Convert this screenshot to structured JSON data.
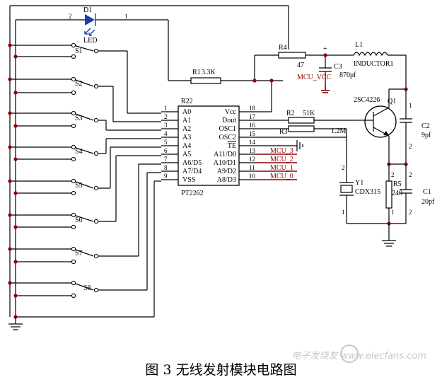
{
  "components": {
    "d1": {
      "ref": "D1",
      "pin_a": "2",
      "pin_k": "1",
      "name": "LED"
    },
    "switches": [
      "S1",
      "S2",
      "S3",
      "S4",
      "S5",
      "S6",
      "S7",
      "S8"
    ],
    "r1": {
      "ref": "R1",
      "value": "3.3K"
    },
    "r4": {
      "ref": "R4",
      "value": "47"
    },
    "r2": {
      "ref": "R2",
      "value": "51K"
    },
    "r3": {
      "ref": "R3",
      "value": "1.2M"
    },
    "r5": {
      "ref": "R5",
      "value": "240"
    },
    "c3": {
      "ref": "C3",
      "value": "870pf"
    },
    "c2": {
      "ref": "C2",
      "value": "9pf"
    },
    "c1": {
      "ref": "C1",
      "value": "20pf"
    },
    "l1": {
      "ref": "L1",
      "value": "INDUCTOR1"
    },
    "q1": {
      "ref": "Q1",
      "part": "2SC4226"
    },
    "y1": {
      "ref": "Y1",
      "part": "CDX315"
    },
    "mcu_vcc": "MCU_VCC",
    "plus": "+"
  },
  "chip": {
    "ref": "R22",
    "name": "PT2262",
    "left_pins": [
      {
        "n": "1",
        "name": "A0"
      },
      {
        "n": "2",
        "name": "A1"
      },
      {
        "n": "3",
        "name": "A2"
      },
      {
        "n": "4",
        "name": "A3"
      },
      {
        "n": "5",
        "name": "A4"
      },
      {
        "n": "6",
        "name": "A5"
      },
      {
        "n": "7",
        "name": "A6/D5"
      },
      {
        "n": "8",
        "name": "A7/D4"
      },
      {
        "n": "9",
        "name": "VSS"
      }
    ],
    "right_pins": [
      {
        "n": "18",
        "name": "Vcc"
      },
      {
        "n": "17",
        "name": "Dout"
      },
      {
        "n": "16",
        "name": "OSC1"
      },
      {
        "n": "15",
        "name": "OSC2"
      },
      {
        "n": "14",
        "name": "TE"
      },
      {
        "n": "13",
        "name": "A11/D0"
      },
      {
        "n": "12",
        "name": "A10/D1"
      },
      {
        "n": "11",
        "name": "A9/D2"
      },
      {
        "n": "10",
        "name": "A8/D3"
      }
    ]
  },
  "mcu_labels": [
    "MCU_3",
    "MCU_2",
    "MCU_1",
    "MCU_0"
  ],
  "pin_marks": [
    "2",
    "2",
    "1",
    "2",
    "2",
    "1",
    "2",
    "1"
  ],
  "caption": "图 3  无线发射模块电路图",
  "watermark": "电子发烧友  www.elecfans.com"
}
